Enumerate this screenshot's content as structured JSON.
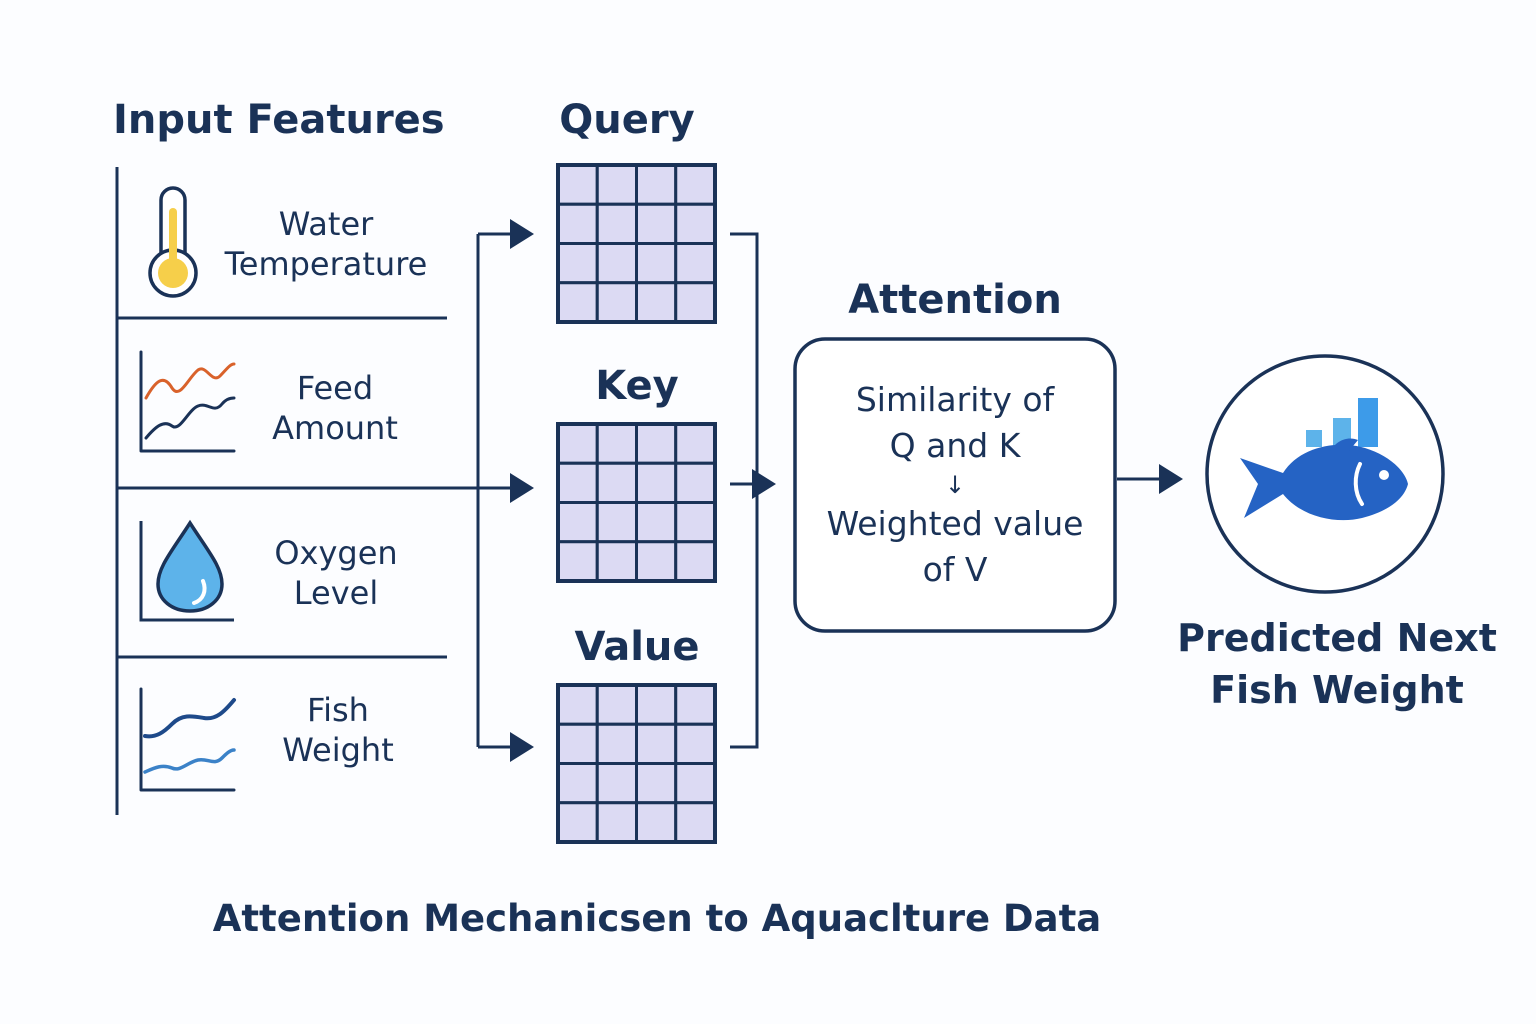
{
  "title": "Attention Mechanicsen to Aquaclture Data",
  "input_features": {
    "heading": "Input Features",
    "items": [
      {
        "label_line1": "Water",
        "label_line2": "Temperature",
        "icon": "thermometer-icon"
      },
      {
        "label_line1": "Feed",
        "label_line2": "Amount",
        "icon": "line-chart-icon"
      },
      {
        "label_line1": "Oxygen",
        "label_line2": "Level",
        "icon": "water-drop-icon"
      },
      {
        "label_line1": "Fish",
        "label_line2": "Weight",
        "icon": "line-chart-icon"
      }
    ]
  },
  "matrices": {
    "query": "Query",
    "key": "Key",
    "value": "Value"
  },
  "attention": {
    "heading": "Attention",
    "line1": "Similarity of",
    "line2": "Q and K",
    "arrow": "↓",
    "line3": "Weighted value",
    "line4": "of V"
  },
  "output": {
    "line1": "Predicted Next",
    "line2": "Fish Weight",
    "icon": "fish-icon"
  },
  "colors": {
    "ink": "#1a3257",
    "matrix_fill": "#dcdaf3",
    "thermo_fill": "#f6cf4a",
    "drop_fill": "#5db3ea",
    "fish_fill": "#2563c4",
    "bar_fill": "#3d9be9",
    "feed_line": "#d9622b",
    "fish_line_light": "#3b82c8"
  }
}
